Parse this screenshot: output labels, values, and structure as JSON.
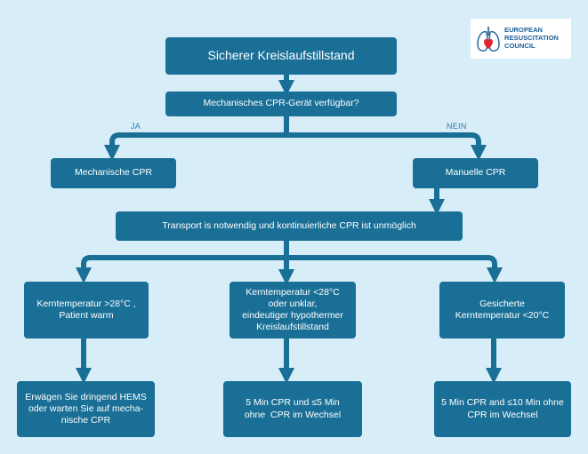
{
  "logo": {
    "lines": [
      "EUROPEAN",
      "RESUSCITATION",
      "COUNCIL"
    ],
    "mark_icon": "lungs-heart-icon"
  },
  "colors": {
    "background": "#d7eef9",
    "box": "#1a6f96",
    "arrow": "#1a6f96",
    "branch_label": "#2b7fa8",
    "logo_text": "#1b5e97",
    "heart": "#e3232c"
  },
  "nodes": {
    "start": "Sicherer Kreislaufstillstand",
    "question": "Mechanisches CPR-Gerät verfügbar?",
    "mechanical": "Mechanische CPR",
    "manual": "Manuelle CPR",
    "transport": "Transport is notwendig und kontinuierliche CPR ist unmöglich",
    "temp_warm": [
      "Kerntemperatur >28°C ,",
      "Patient warm"
    ],
    "temp_unclear": [
      "Kerntemperatur <28°C",
      "oder unklar,",
      "eindeutiger hypothermer",
      "Kreislaufstillstand"
    ],
    "temp_cold": [
      "Gesicherte",
      "Kerntemperatur <20°C"
    ],
    "action_warm": [
      "Erwägen Sie dringend HEMS",
      "oder warten Sie auf mecha-",
      "nische CPR"
    ],
    "action_unclear": [
      "5 Min CPR und ≤5 Min",
      "ohne  CPR im Wechsel"
    ],
    "action_cold": [
      "5 Min CPR and ≤10 Min ohne",
      "CPR im Wechsel"
    ]
  },
  "branches": {
    "yes": "JA",
    "no": "NEIN"
  }
}
